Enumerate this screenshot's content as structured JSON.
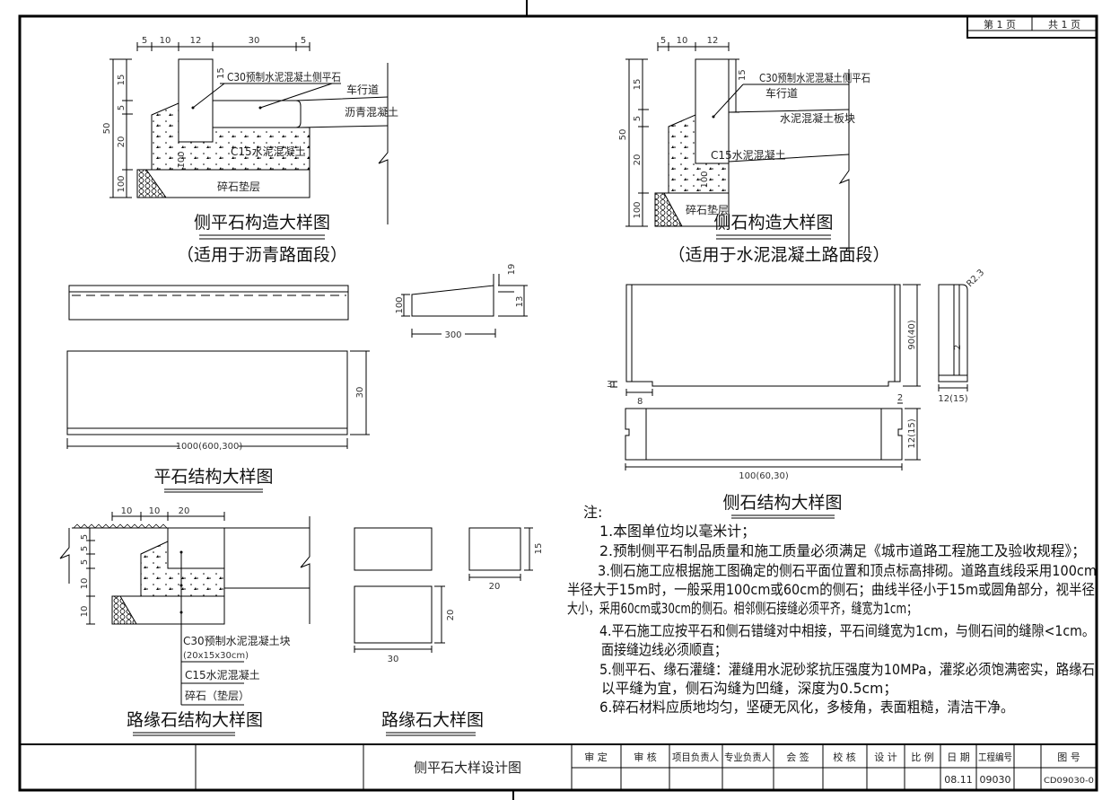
{
  "page": {
    "current": "第 1 页",
    "total": "共 1 页"
  },
  "detail_asphalt": {
    "title": "侧平石构造大样图",
    "subtitle": "（适用于沥青路面段）",
    "labels": {
      "curb": "C30预制水泥混凝土侧平石",
      "lane": "车行道",
      "pavement": "沥青混凝土",
      "base": "C15水泥混凝土",
      "gravel": "碎石垫层"
    },
    "dims": [
      "5",
      "10",
      "12",
      "30",
      "5",
      "50",
      "15",
      "5",
      "20",
      "100",
      "15",
      "100"
    ]
  },
  "detail_concrete": {
    "title": "侧石构造大样图",
    "subtitle": "（适用于水泥混凝土路面段）",
    "labels": {
      "curb": "C30预制水泥混凝土侧平石",
      "lane": "车行道",
      "pavement": "水泥混凝土板块",
      "base": "C15水泥混凝土",
      "gravel": "碎石垫层"
    },
    "dims": [
      "5",
      "10",
      "12",
      "50",
      "15",
      "5",
      "20",
      "100",
      "15",
      "100"
    ]
  },
  "flat_stone": {
    "title": "平石结构大样图",
    "dims": {
      "width": "30",
      "length": "1000(600,300)",
      "sec_h": "100",
      "sec_w": "300",
      "sec_r": "13",
      "sec_t": "19"
    }
  },
  "side_stone": {
    "title": "侧石结构大样图",
    "dims": {
      "height": "90(40)",
      "notch_h": "3",
      "notch_w": "8",
      "groove": "2",
      "radius": "R2.3",
      "side_w": "12(15)",
      "plan_w": "12(15)",
      "length": "100(60,30)",
      "side_groove": "2"
    }
  },
  "edge_stone_structure": {
    "title": "路缘石结构大样图",
    "labels": {
      "block": "C30预制水泥混凝土块",
      "block_size": "(20x15x30cm)",
      "base": "C15水泥混凝土",
      "gravel": "碎石（垫层）"
    },
    "dims": [
      "10",
      "10",
      "20",
      "5",
      "5",
      "5",
      "10",
      "10"
    ]
  },
  "edge_stone": {
    "title": "路缘石大样图",
    "dims": {
      "top_h": "15",
      "top_w": "20",
      "front_h": "20",
      "front_w": "30"
    }
  },
  "notes": {
    "heading": "注:",
    "lines": [
      "1.本图单位均以毫米计；",
      "2.预制侧平石制品质量和施工质量必须满足《城市道路工程施工及验收规程》；",
      "3.侧石施工应根据施工图确定的侧石平面位置和顶点标高排砌。道路直线段采用100cm",
      "半径大于15m时，一般采用100cm或60cm的侧石；曲线半径小于15m或圆角部分，视半径",
      "大小，采用60cm或30cm的侧石。相邻侧石接缝必须平齐，缝宽为1cm；",
      "4.平石施工应按平石和侧石错缝对中相接，平石间缝宽为1cm，与侧石间的缝隙<1cm。",
      "面接缝边线必须顺直；",
      "5.侧平石、缘石灌缝：灌缝用水泥砂浆抗压强度为10MPa，灌浆必须饱满密实，路缘石",
      "以平缝为宜，侧石沟缝为凹缝，深度为0.5cm；",
      "6.碎石材料应质地均匀，坚硬无风化，多棱角，表面粗糙，清洁干净。"
    ]
  },
  "title_block": {
    "drawing_title": "侧平石大样设计图",
    "headers": [
      "审 定",
      "审 核",
      "项目负责人",
      "专业负责人",
      "会 签",
      "校 核",
      "设 计",
      "比 例",
      "日 期",
      "工程编号",
      "图 号"
    ],
    "date": "08.11",
    "project_no": "09030",
    "drawing_no": "CD09030-0"
  }
}
